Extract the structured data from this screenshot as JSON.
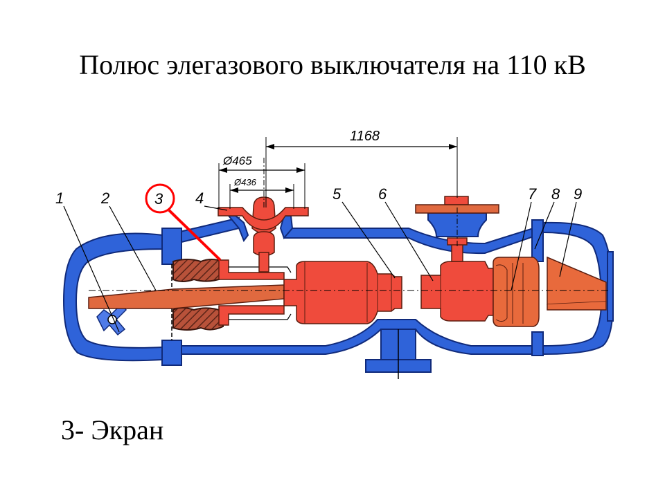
{
  "title": "Полюс элегазового выключателя на 110 кВ",
  "caption": "3- Экран",
  "dimensions": {
    "overall_length": "1168",
    "diameter_outer": "Ø465",
    "diameter_inner": "Ø436"
  },
  "part_labels": [
    "1",
    "2",
    "3",
    "4",
    "5",
    "6",
    "7",
    "8",
    "9"
  ],
  "highlighted_part": "3",
  "colors": {
    "tank": "#2f63d9",
    "contacts": "#ef4b3c",
    "insulation": "#c55a3a",
    "highlight": "#ff0000"
  }
}
